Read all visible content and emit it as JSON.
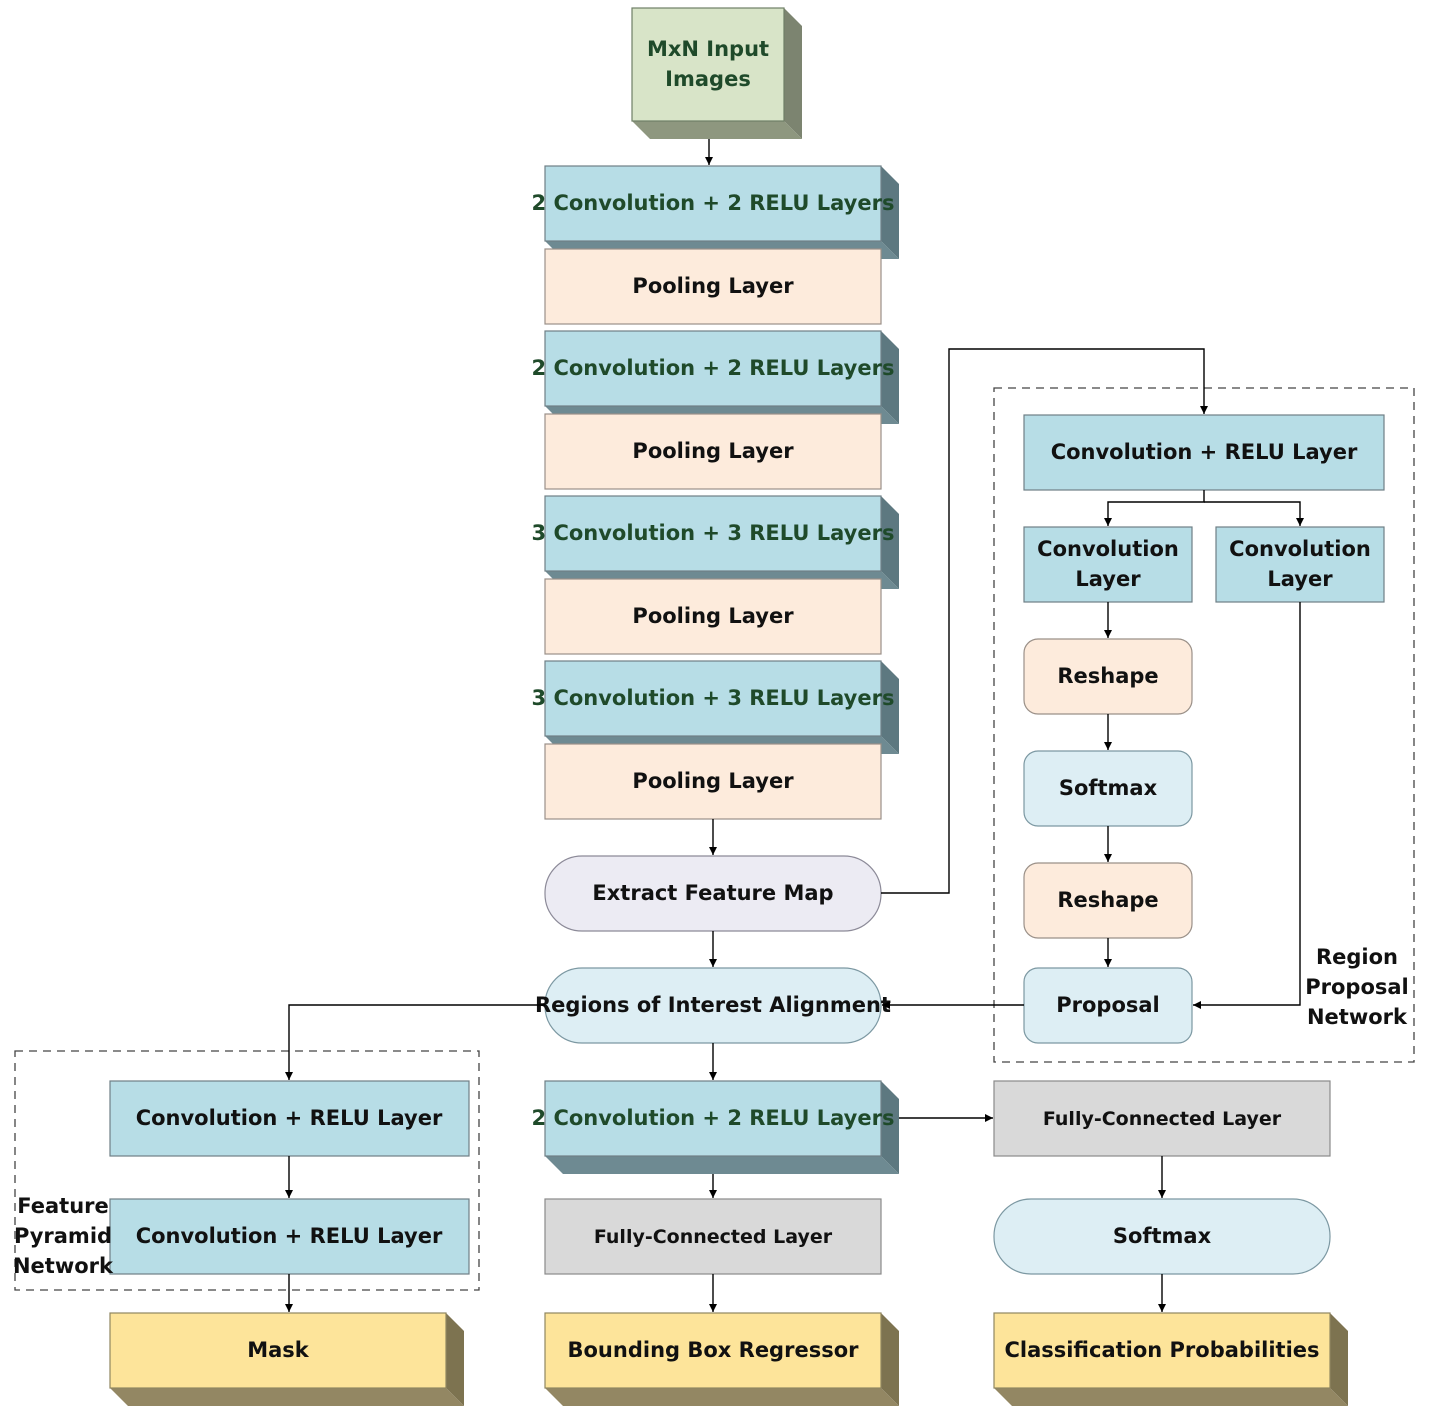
{
  "input": "MxN Input Images",
  "backbone": {
    "conv1": "2 Convolution + 2 RELU Layers",
    "pool1": "Pooling Layer",
    "conv2": "2 Convolution + 2 RELU Layers",
    "pool2": "Pooling Layer",
    "conv3": "3 Convolution + 3 RELU Layers",
    "pool3": "Pooling Layer",
    "conv4": "3 Convolution + 3 RELU Layers",
    "pool4": "Pooling Layer"
  },
  "feature_map": "Extract Feature Map",
  "roi_align": "Regions of Interest Alignment",
  "rpn": {
    "title": "Region Proposal Network",
    "conv_relu": "Convolution + RELU Layer",
    "conv_left": "Convolution Layer",
    "conv_right": "Convolution Layer",
    "reshape1": "Reshape",
    "softmax": "Softmax",
    "reshape2": "Reshape",
    "proposal": "Proposal"
  },
  "fpn": {
    "title": "Feature Pyramid Network",
    "conv1": "Convolution + RELU Layer",
    "conv2": "Convolution + RELU Layer"
  },
  "head": {
    "conv": "2 Convolution + 2 RELU Layers",
    "fc_center": "Fully-Connected Layer",
    "fc_right": "Fully-Connected Layer",
    "softmax": "Softmax"
  },
  "outputs": {
    "mask": "Mask",
    "bbox": "Bounding Box Regressor",
    "class": "Classification Probabilities"
  },
  "colors": {
    "blue": "#b7dde6",
    "peach": "#fdebdc",
    "lavender": "#ecebf3",
    "light_blue": "#ddeef4",
    "gray": "#d9d9d9",
    "yellow": "#fde49a",
    "input_green": "#d8e4c8"
  }
}
